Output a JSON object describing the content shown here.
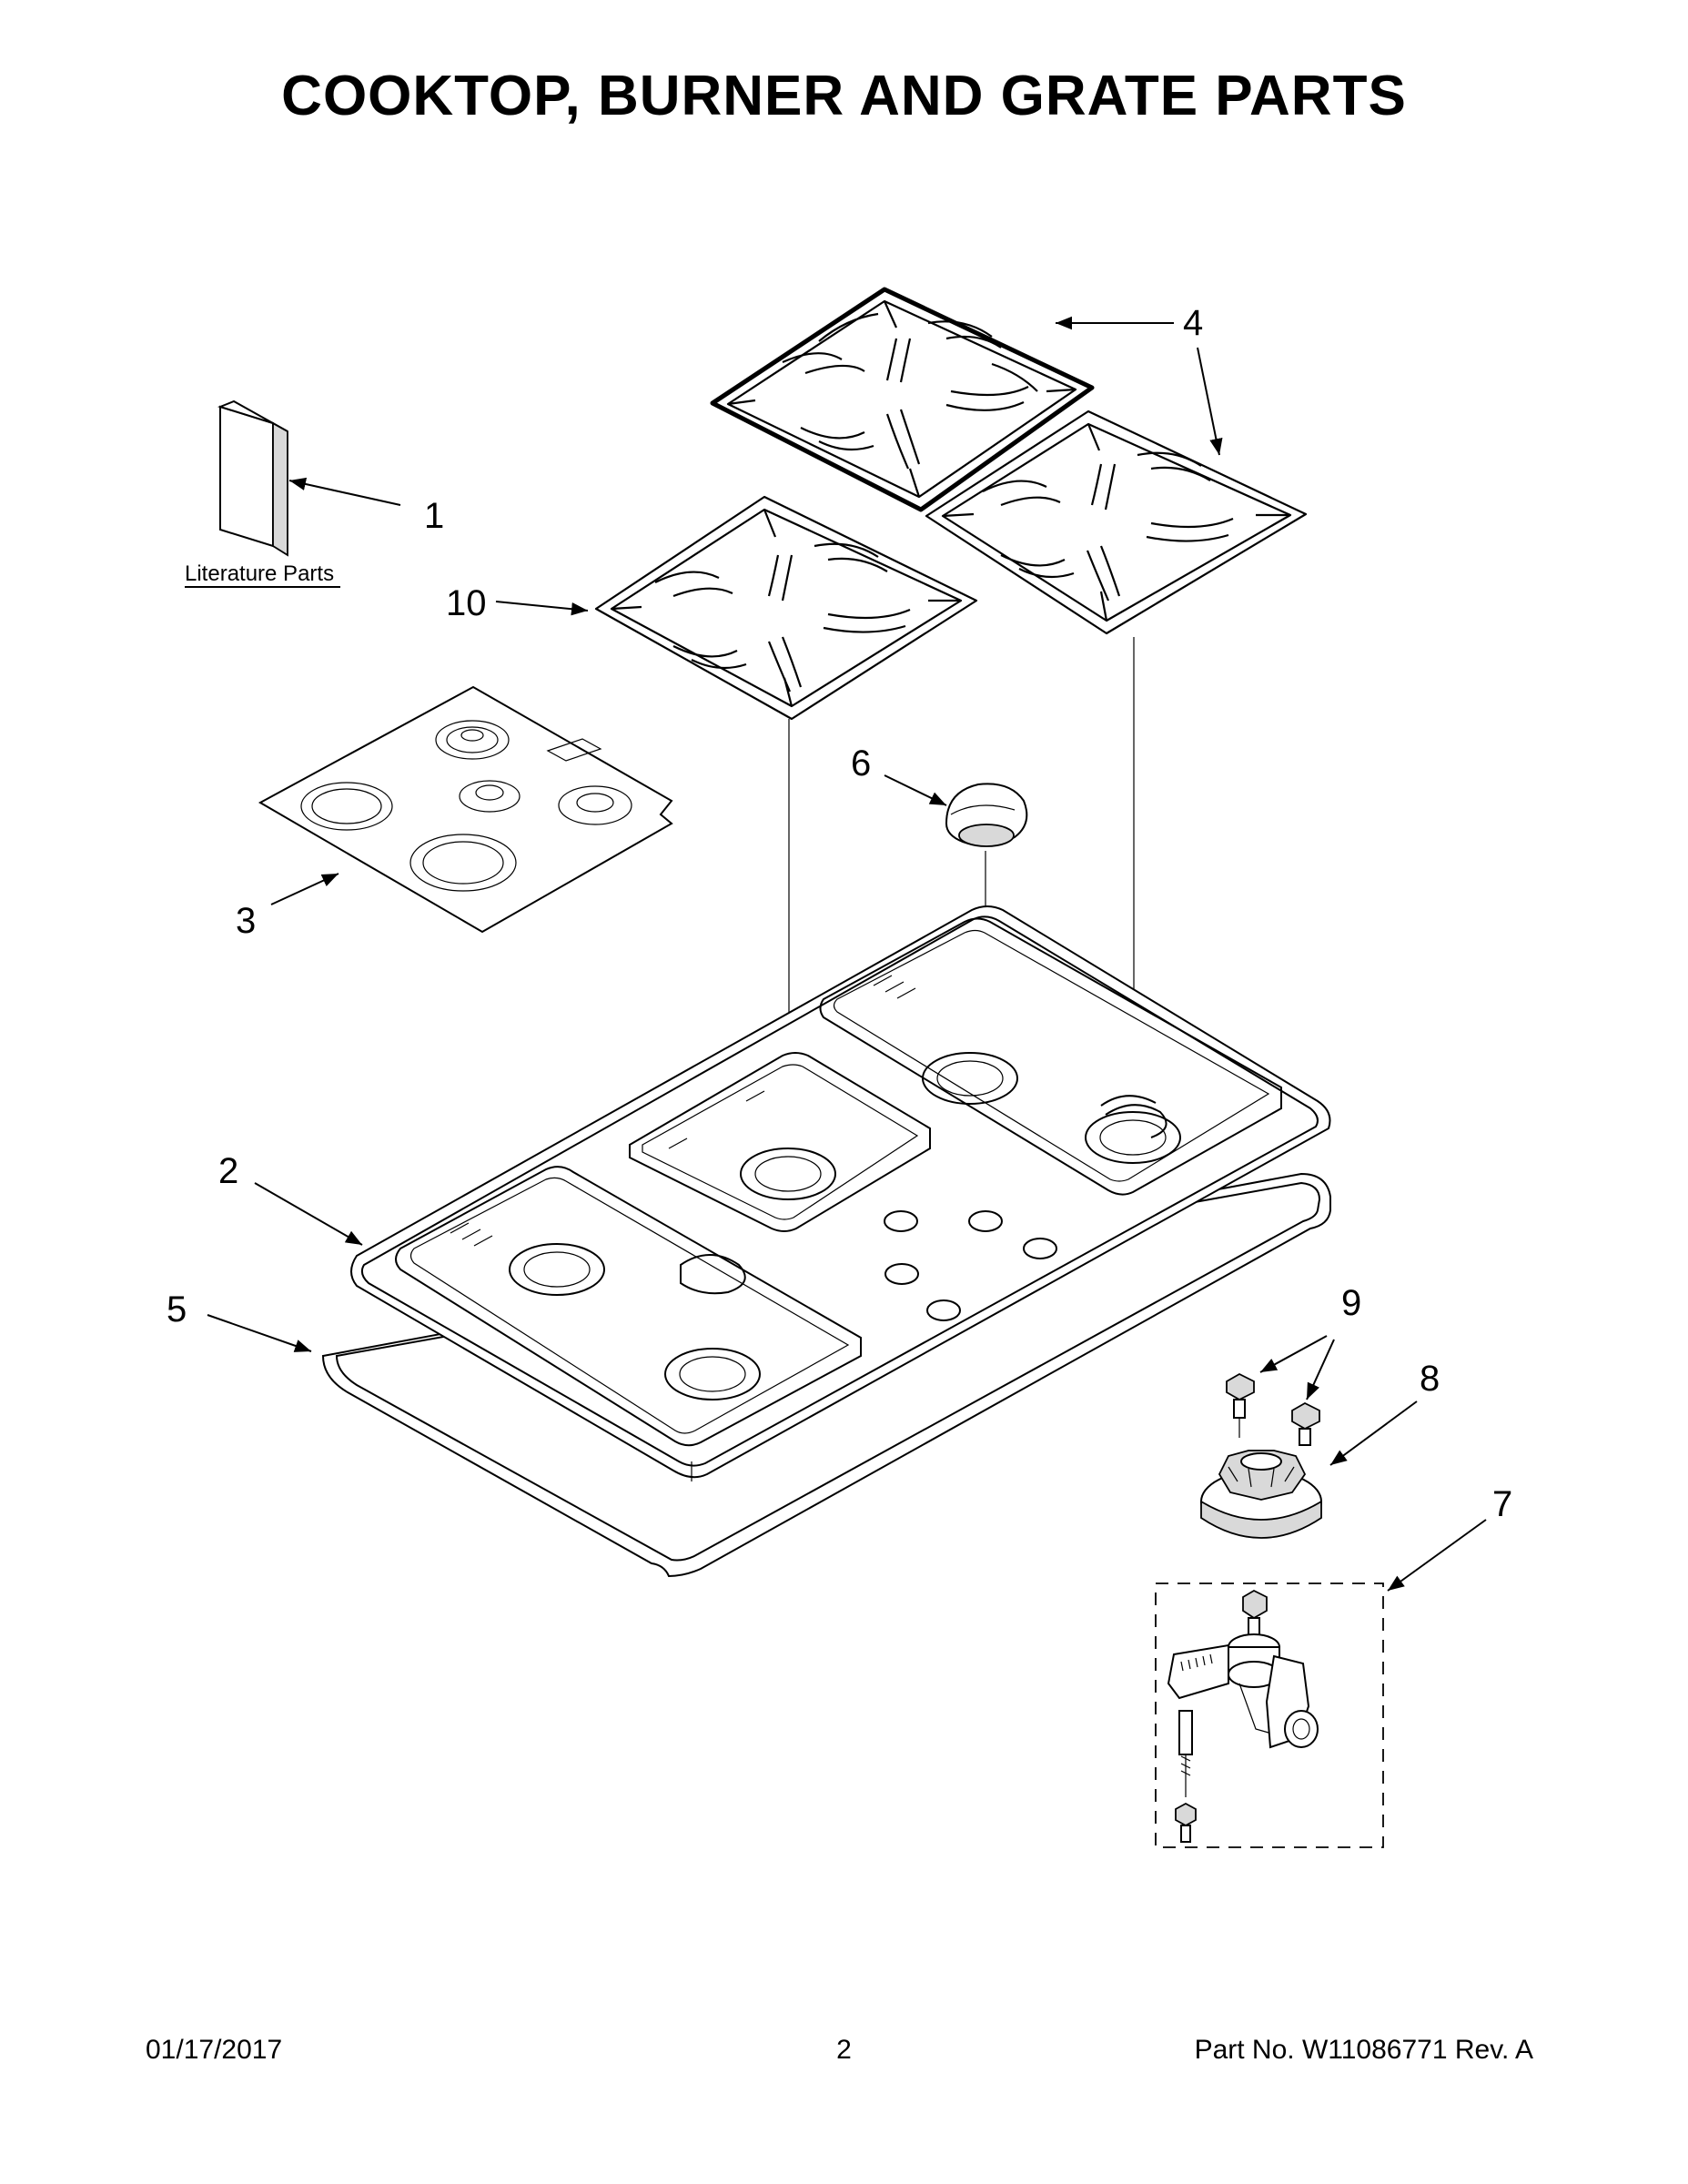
{
  "title": "COOKTOP, BURNER AND GRATE PARTS",
  "literature_label": "Literature Parts",
  "callouts": {
    "c1": "1",
    "c2": "2",
    "c3": "3",
    "c4": "4",
    "c5": "5",
    "c6": "6",
    "c7": "7",
    "c8": "8",
    "c9": "9",
    "c10": "10"
  },
  "footer": {
    "date": "01/17/2017",
    "page": "2",
    "part_number": "Part No.  W11086771   Rev.  A"
  }
}
